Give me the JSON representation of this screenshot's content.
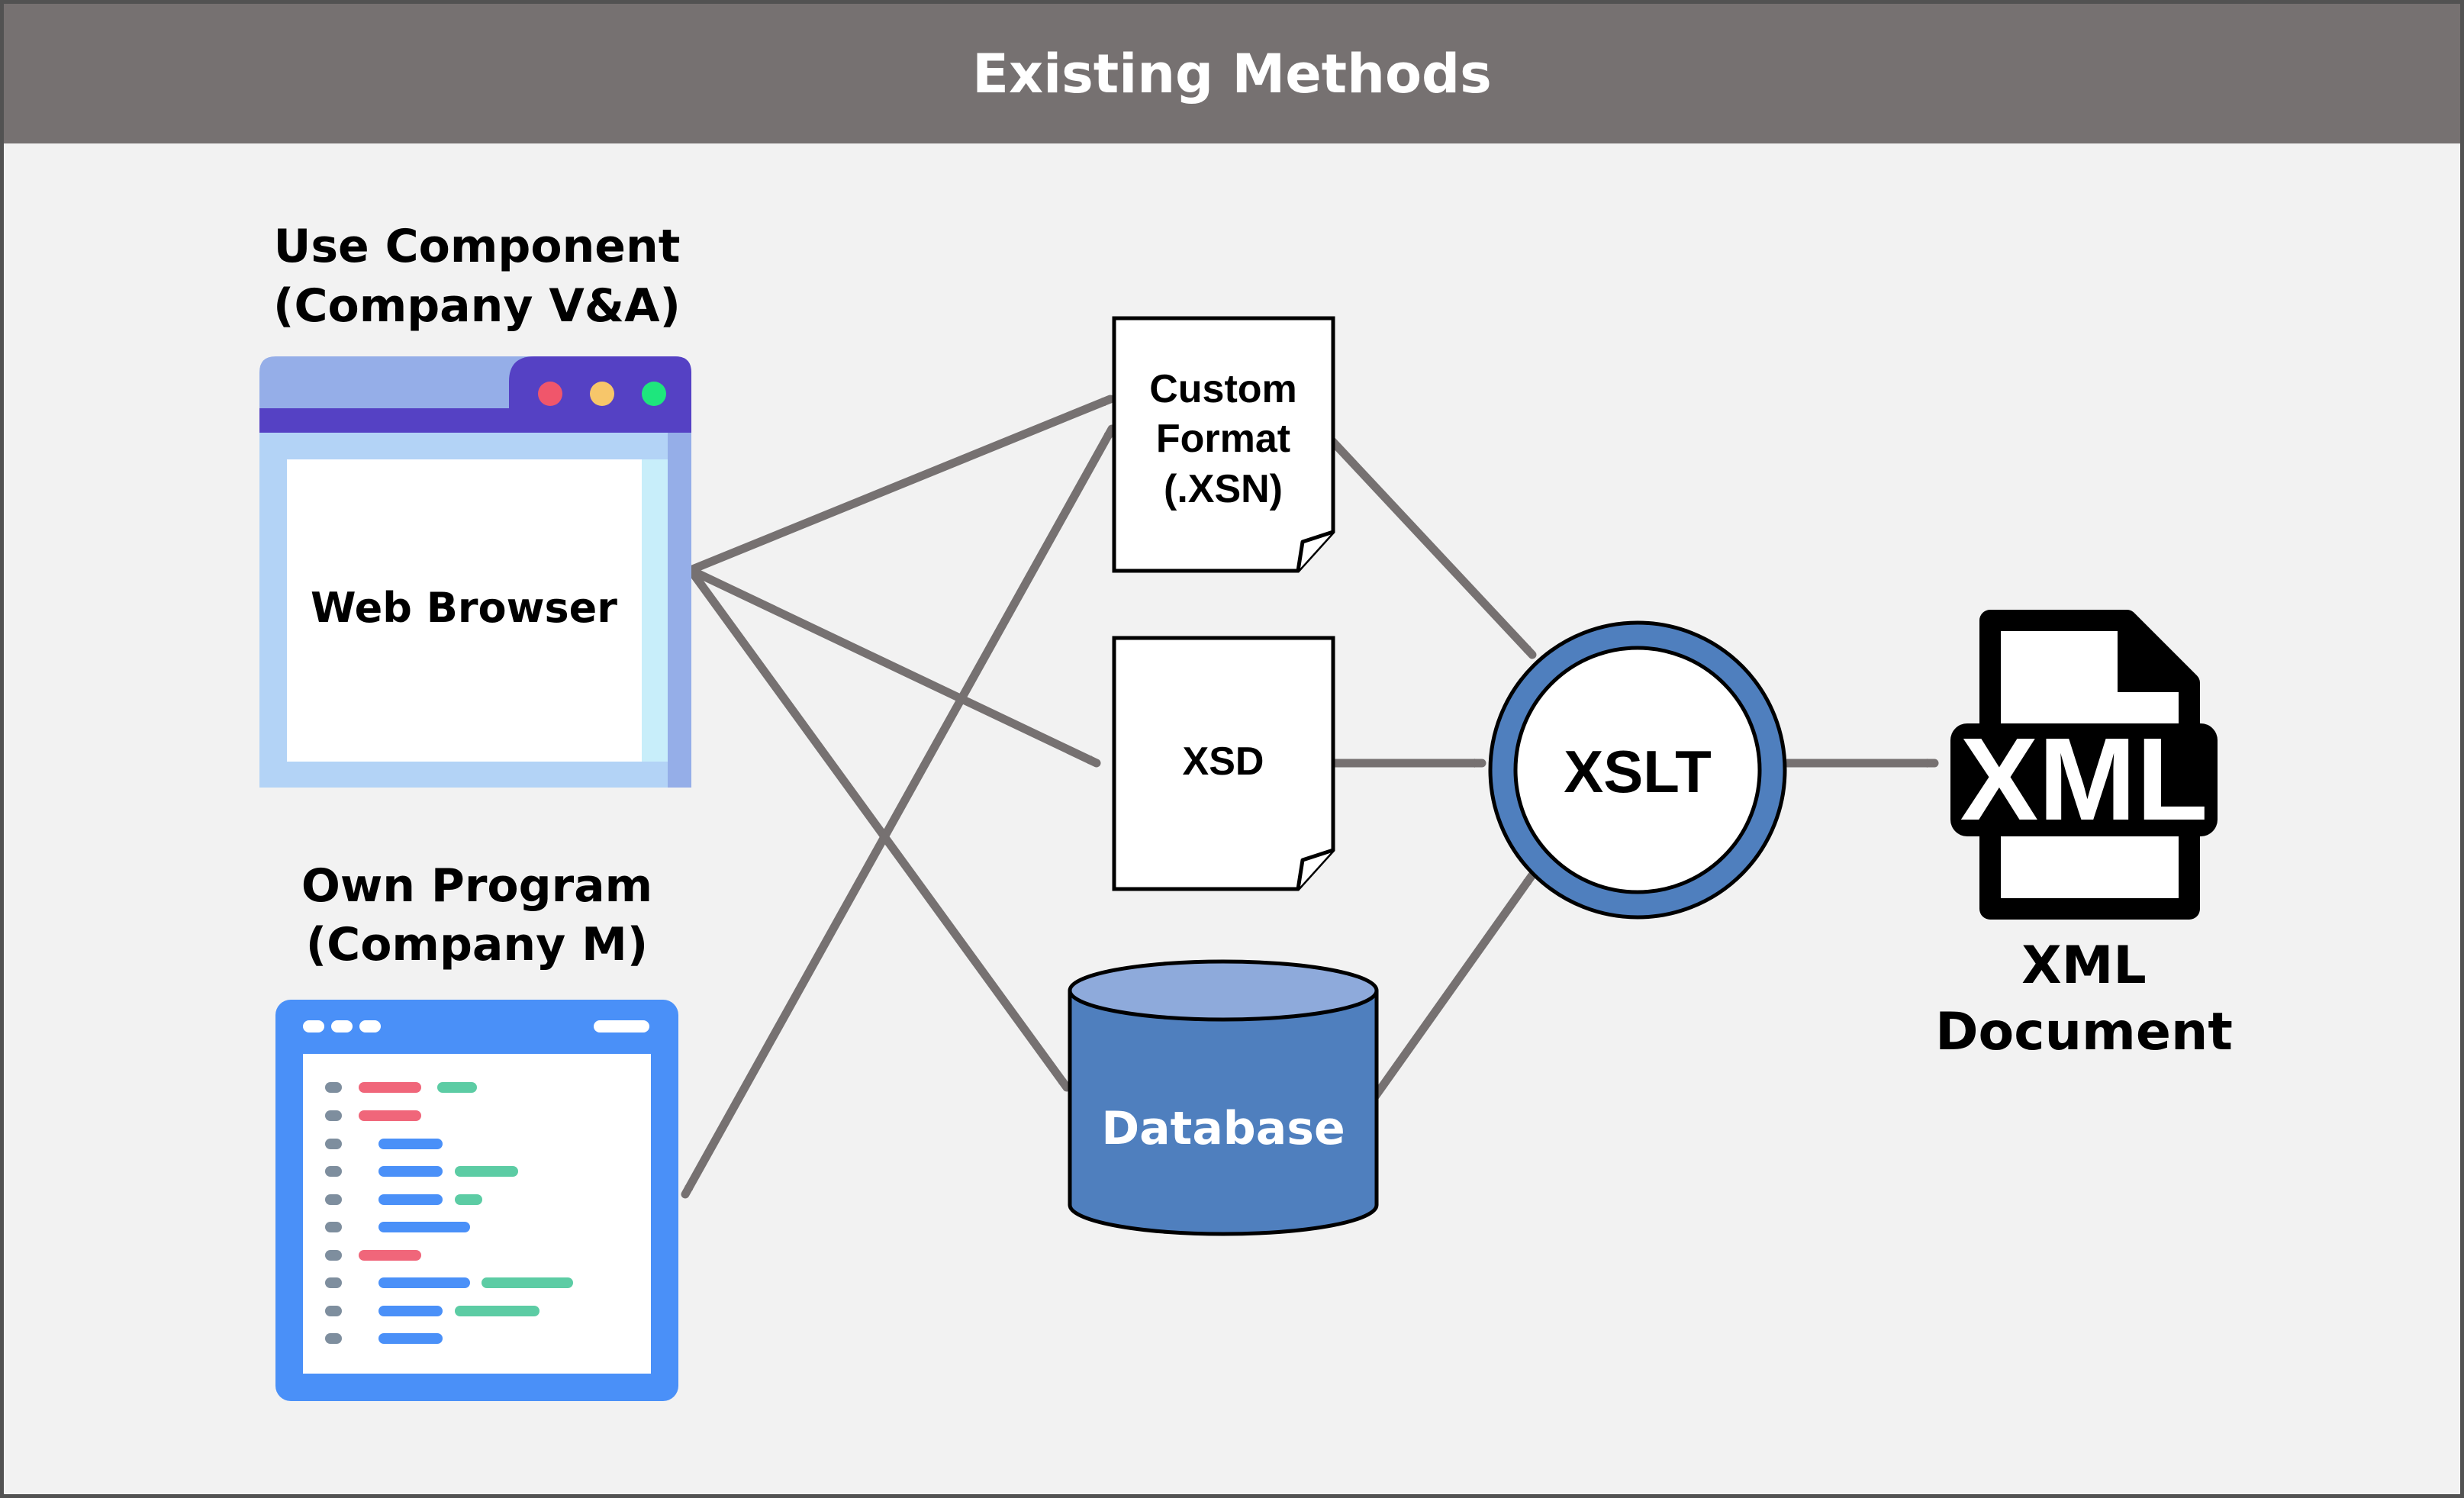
{
  "header": {
    "title": "Existing Methods"
  },
  "web_browser_block": {
    "heading_line1": "Use Component",
    "heading_line2": "(Company V&A)",
    "window_label": "Web Browser"
  },
  "own_program_block": {
    "heading_line1": "Own Program",
    "heading_line2": "(Company M)"
  },
  "custom_format_doc": {
    "line1": "Custom",
    "line2": "Format",
    "line3": "(.XSN)"
  },
  "xsd_doc": {
    "label": "XSD"
  },
  "database": {
    "label": "Database"
  },
  "xslt": {
    "label": "XSLT"
  },
  "xml_output": {
    "icon_text": "XML",
    "caption_line1": "XML",
    "caption_line2": "Document"
  },
  "colors": {
    "header_bg": "#767171",
    "canvas_bg": "#F2F2F2",
    "arrow": "#767171",
    "browser_titlebar": "#95AEE8",
    "browser_bar": "#5541C4",
    "browser_body": "#B3D3F6",
    "code_window": "#4A90F8",
    "database_body": "#4F7FBE",
    "database_top": "#8EAADB",
    "xslt_ring": "#4F7FBE",
    "xml_icon": "#000000"
  }
}
